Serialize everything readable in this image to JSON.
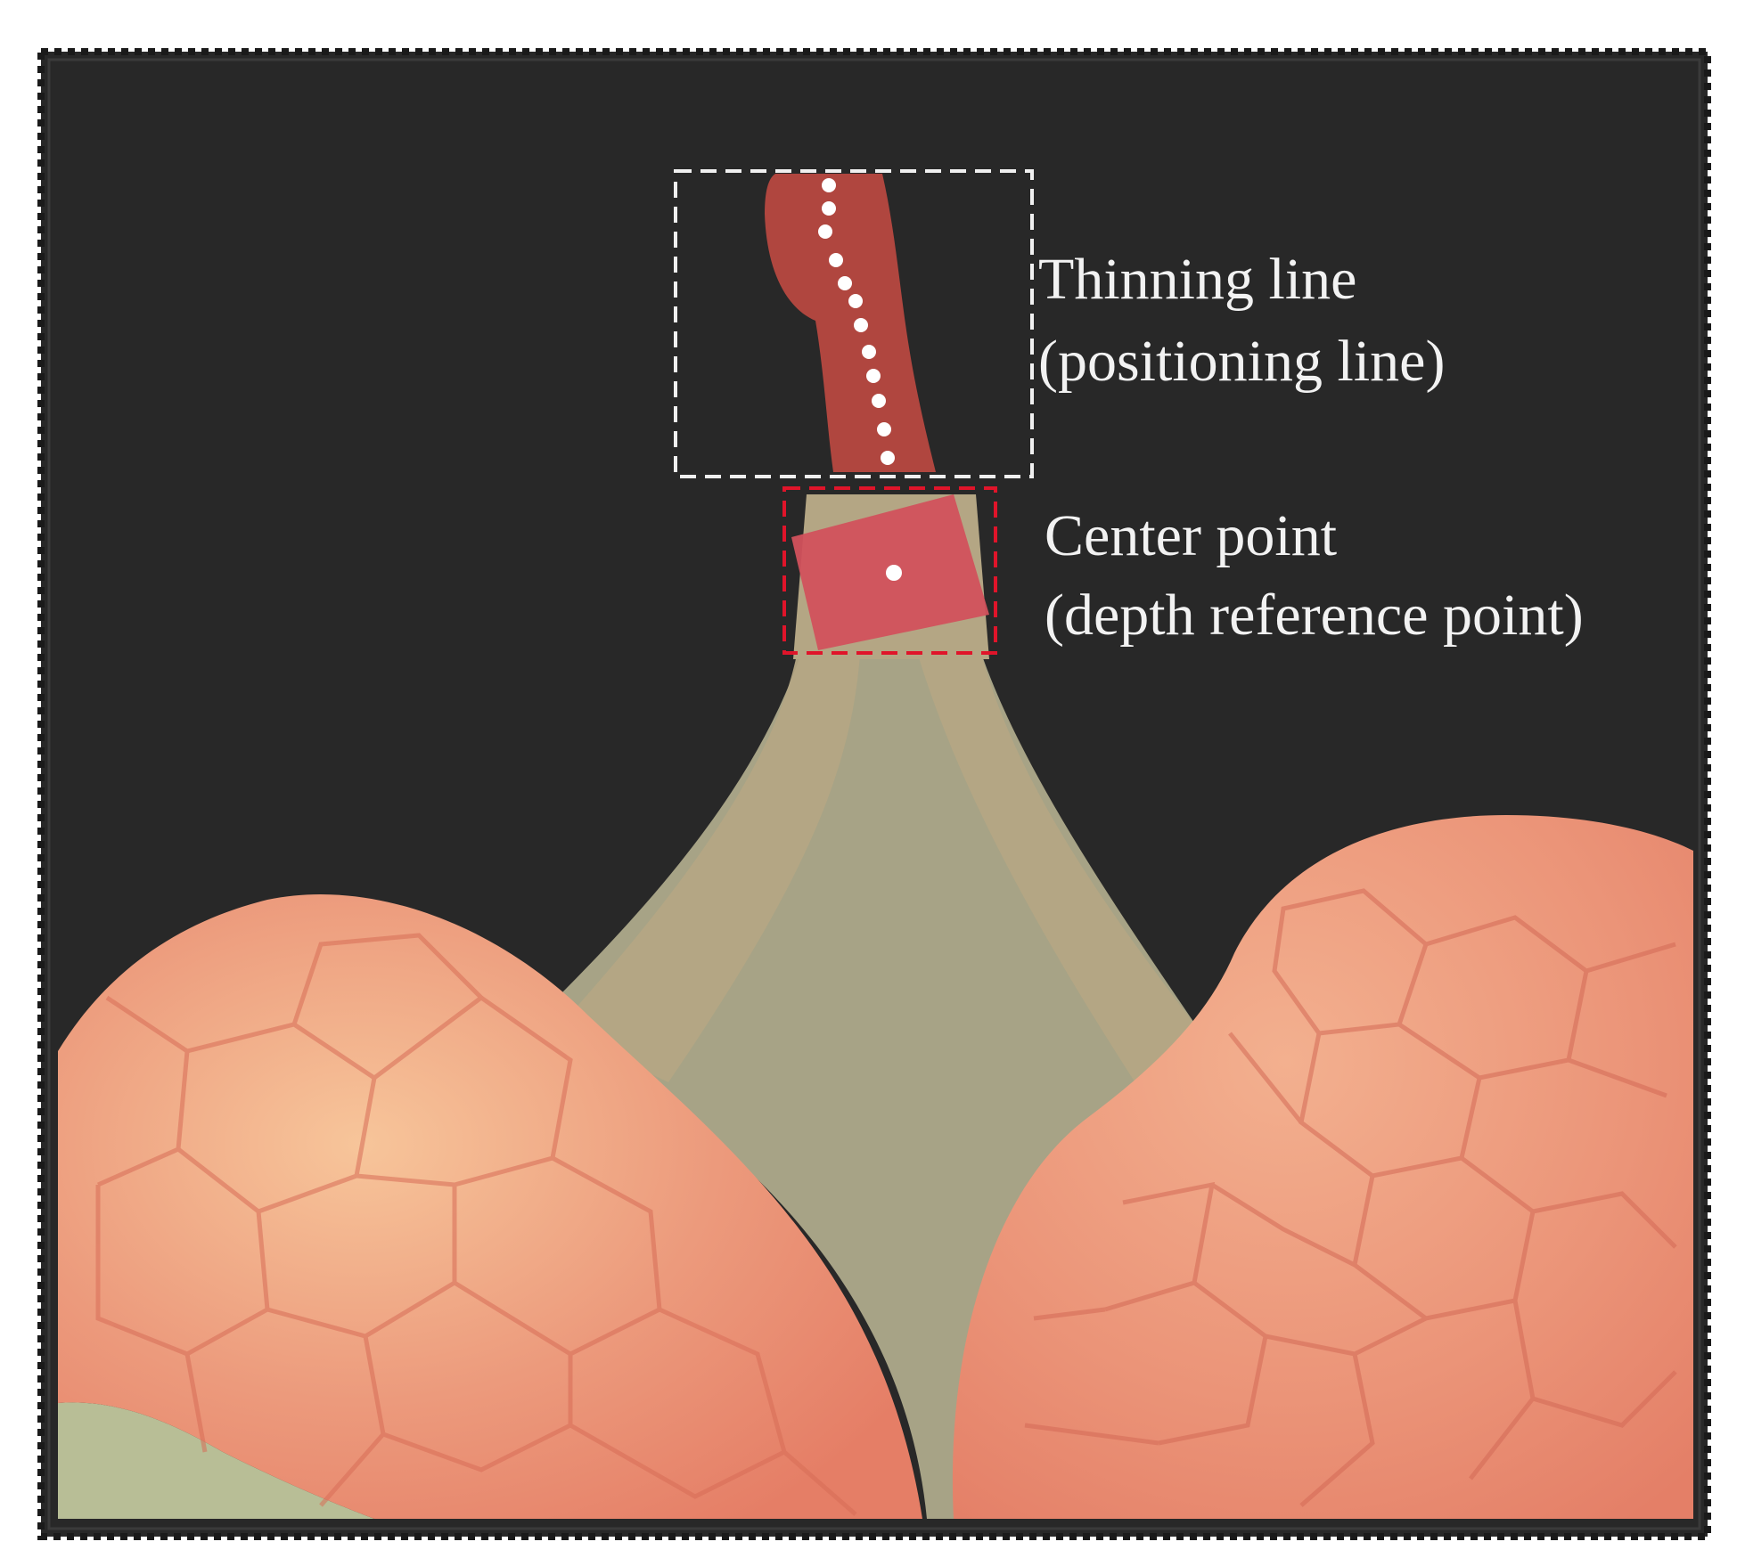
{
  "labels": {
    "thinning_line_title": "Thinning line",
    "thinning_line_subtitle": "(positioning line)",
    "center_point_title": "Center point",
    "center_point_subtitle": "(depth reference point)"
  },
  "colors": {
    "background": "#282828",
    "frame_dashes": "#1a1a1a",
    "thinning_region": "#b0463f",
    "center_band": "#d2515c",
    "thinning_box_outline": "#f0f0f0",
    "center_box_outline": "#e0142a",
    "markers": "#ffffff",
    "fruit": "#ea8c72",
    "peduncle": "#a7a386",
    "stem_branch": "#b4a684",
    "leaf": "#b8be96"
  },
  "icons": {
    "thinning_markers": "dot-marker",
    "center_marker": "dot-marker"
  }
}
